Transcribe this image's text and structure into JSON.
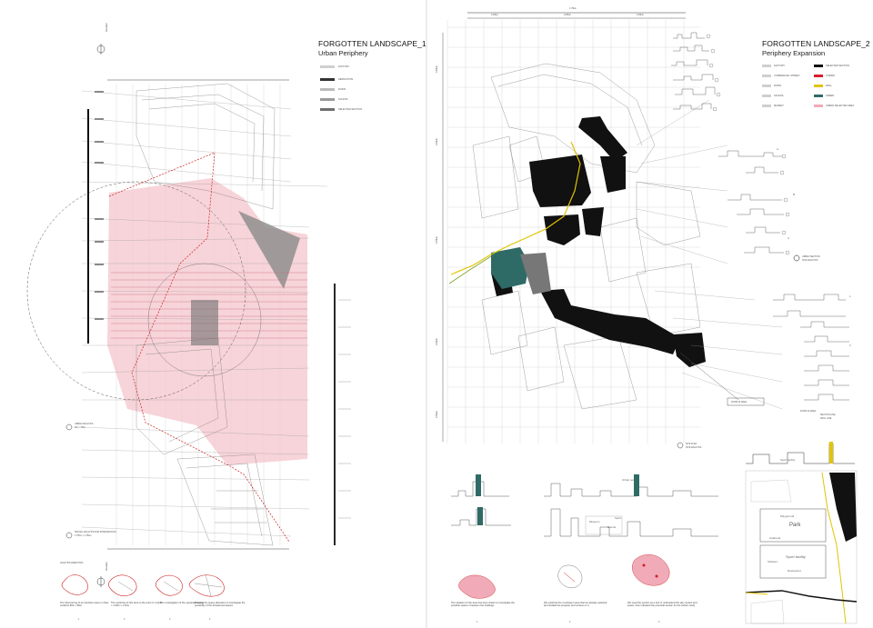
{
  "left": {
    "title": "FORGOTTEN LANDSCAPE_1",
    "subtitle": "Urban Periphery",
    "legend": [
      "FACTORY",
      "DEMOLITION",
      "RUINS",
      "SCHOOL",
      "SELECTED SECTION"
    ],
    "labels": {
      "urban_analysis": "URBAN ANALYSIS",
      "scale_a": "80m x 80m",
      "spatial_analysis": "SPATIAL ANALYSIS FOR INTERVENTION",
      "scale_b": "1:750m x 1:75am",
      "analysis_direction": "ANALYSIS DIRECTION",
      "elevation": "Elevation"
    },
    "captions": [
      "The discovering of an interface area in urban outskirts 80m x 80m",
      "The exploring of this area to the point in 4 plots = 1:40m x 1:10m",
      "The investigation of the separated areas",
      "Drawing the space allocation to investigate the possibility of the threatened spaces"
    ],
    "caption_numbers": [
      "1",
      "2",
      "3",
      "4"
    ]
  },
  "right": {
    "title": "FORGOTTEN LANDSCAPE_2",
    "subtitle": "Periphery Expansion",
    "legend": [
      {
        "label": "FACTORY",
        "color": "#cfcfcf"
      },
      {
        "label": "SELECTED SECTION",
        "color": "#111111"
      },
      {
        "label": "COMMERCIAL STREET",
        "color": "#cfcfcf"
      },
      {
        "label": "VOIDED",
        "color": "#d81e2a"
      },
      {
        "label": "RUINS",
        "color": "#cfcfcf"
      },
      {
        "label": "WALL",
        "color": "#e2c400"
      },
      {
        "label": "SCHOOL",
        "color": "#cfcfcf"
      },
      {
        "label": "GREEN",
        "color": "#2f6b66"
      },
      {
        "label": "MARKET",
        "color": "#cfcfcf"
      },
      {
        "label": "URBAN SELECTED AREA",
        "color": "#f0aab8"
      }
    ],
    "dimensions": {
      "total": "1.75km",
      "segment_a": "0.25km",
      "segment_b": "0.25km",
      "segment_c": "0.25km"
    },
    "side_dims": [
      "0.25km",
      "0.25km",
      "0.25km",
      "0.25km",
      "0.25km"
    ],
    "labels": {
      "urban_section": "URBAN SECTION",
      "site_analysis": "SITE ANALYSIS",
      "site_plan": "SITE PLAN",
      "site_analysis_2": "SITE ANALYSIS",
      "zoom_in_area": "ZOOM IN AREA",
      "zoom_in_area_2": "ZOOM IN AREA",
      "section_line": "SECTION LINE",
      "wall_line": "WALL LINE",
      "urban_sec": "Urban sec",
      "marker_a": "A",
      "marker_b": "B",
      "marker_c": "C",
      "marker_1": "1",
      "marker_2": "2"
    },
    "section_labels": {
      "museum": "Museum",
      "sport": "Sport",
      "events": "Events"
    },
    "zoom_labels": {
      "park": "Park",
      "playground": "Playground",
      "sport_facility": "Sport facility",
      "sport_facility_2": "Sport facility",
      "cafeteria": "Cafeteria",
      "shelters": "Shelters",
      "restaurant": "Restaurant"
    },
    "captions": [
      "The situation of the area has been drawn to investigate the possible space in between the buildings",
      "We explored the in-between area that we already selected and studied the program and context on it",
      "We used the section as a tool to understand the site context and space, then indicated the potential section for the further study"
    ],
    "caption_numbers": [
      "1",
      "2",
      "3"
    ]
  }
}
